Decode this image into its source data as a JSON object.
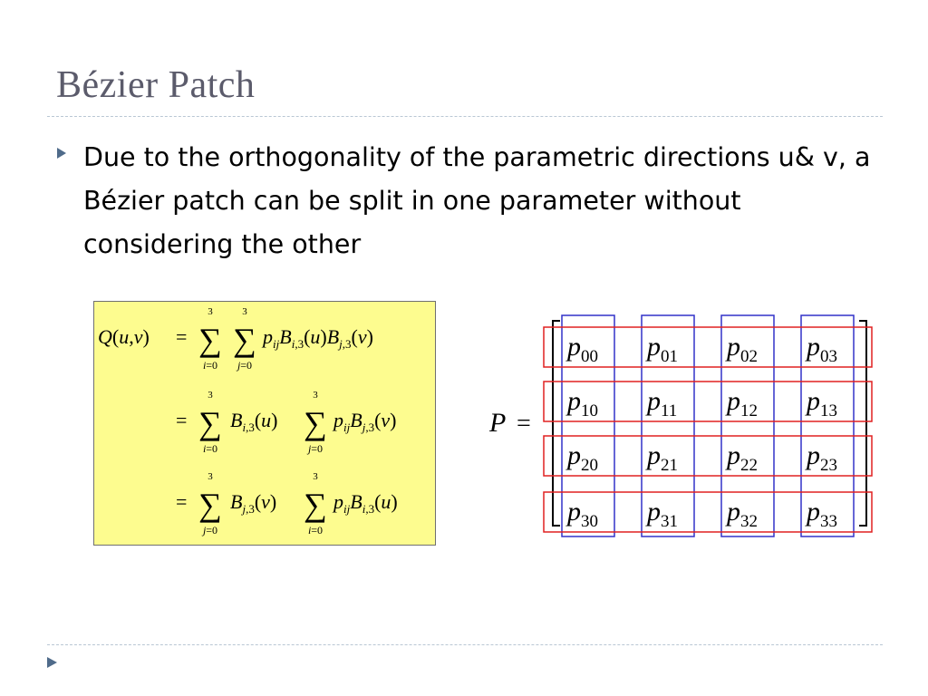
{
  "slide": {
    "title": "Bézier Patch",
    "bullets": [
      "Due to the orthogonality of the parametric directions u& v, a Bézier patch can be split in one parameter without considering the other"
    ]
  },
  "formulas": {
    "background_color": "#fdfc8f",
    "lines": [
      "Q(u,v) = Σ_{i=0}^{3} Σ_{j=0}^{3} p_ij B_{i,3}(u) B_{j,3}(v)",
      "= Σ_{i=0}^{3} B_{i,3}(u) Σ_{j=0}^{3} p_ij B_{j,3}(v)",
      "= Σ_{j=0}^{3} B_{j,3}(v) Σ_{i=0}^{3} p_ij B_{i,3}(u)"
    ]
  },
  "matrix": {
    "label": "P",
    "equals": "=",
    "entries": [
      [
        "00",
        "01",
        "02",
        "03"
      ],
      [
        "10",
        "11",
        "12",
        "13"
      ],
      [
        "20",
        "21",
        "22",
        "23"
      ],
      [
        "30",
        "31",
        "32",
        "33"
      ]
    ],
    "row_box_color": "#e02020",
    "column_box_color": "#3232c8"
  },
  "icons": {
    "bullet": "triangle-right-icon",
    "footer": "triangle-right-icon"
  },
  "colors": {
    "title": "#5b5b6b",
    "divider": "#b9c7d4",
    "accent": "#4f6b8a"
  }
}
